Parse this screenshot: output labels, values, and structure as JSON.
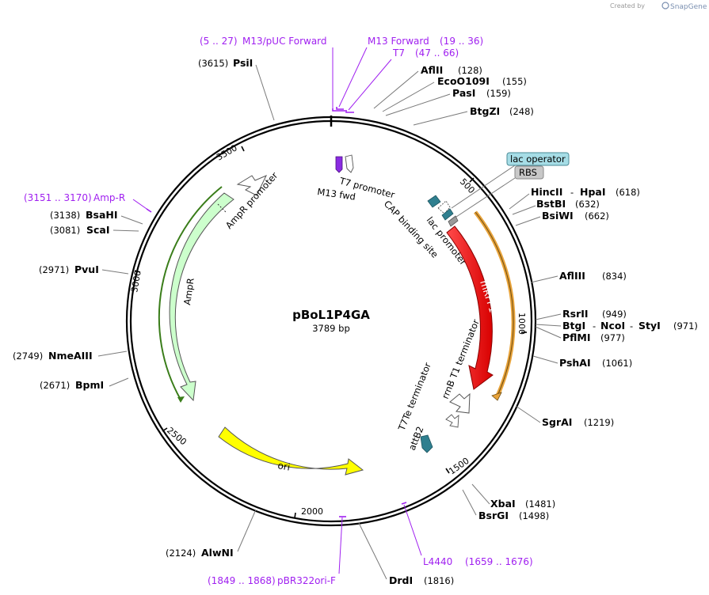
{
  "watermark": {
    "prefix": "Created by",
    "brand": "SnapGene"
  },
  "plasmid": {
    "name": "pBoL1P4GA",
    "size": "3789 bp"
  },
  "ticks": [
    "500",
    "1000",
    "1500",
    "2000",
    "2500",
    "3000",
    "3500"
  ],
  "primers": {
    "m13puc": {
      "range": "(5 .. 27)",
      "name": "M13/pUC Forward"
    },
    "m13fwd": {
      "name": "M13 Forward",
      "range": "(19 .. 36)"
    },
    "t7": {
      "name": "T7",
      "range": "(47 .. 66)"
    },
    "ampr": {
      "range": "(3151 .. 3170)",
      "name": "Amp-R"
    },
    "l4440": {
      "name": "L4440",
      "range": "(1659 .. 1676)"
    },
    "pbr322": {
      "range": "(1849 .. 1868)",
      "name": "pBR322ori-F"
    }
  },
  "enzymes": {
    "psii": {
      "name": "PsiI",
      "pos": "(3615)"
    },
    "aflii": {
      "name": "AflII",
      "pos": "(128)"
    },
    "ecoo109i": {
      "name": "EcoO109I",
      "pos": "(155)"
    },
    "pasi": {
      "name": "PasI",
      "pos": "(159)"
    },
    "btgzi": {
      "name": "BtgZI",
      "pos": "(248)"
    },
    "hincii": {
      "name": "HincII",
      "name2": "HpaI",
      "sep": "-",
      "pos": "(618)"
    },
    "bstbi": {
      "name": "BstBI",
      "pos": "(632)"
    },
    "bsiwi": {
      "name": "BsiWI",
      "pos": "(662)"
    },
    "afliii": {
      "name": "AflIII",
      "pos": "(834)"
    },
    "rsrii": {
      "name": "RsrII",
      "pos": "(949)"
    },
    "btgi": {
      "name": "BtgI",
      "name2": "NcoI",
      "name3": "StyI",
      "sep": "-",
      "pos": "(971)"
    },
    "pflmi": {
      "name": "PflMI",
      "pos": "(977)"
    },
    "pshai": {
      "name": "PshAI",
      "pos": "(1061)"
    },
    "sgrai": {
      "name": "SgrAI",
      "pos": "(1219)"
    },
    "xbai": {
      "name": "XbaI",
      "pos": "(1481)"
    },
    "bsrgi": {
      "name": "BsrGI",
      "pos": "(1498)"
    },
    "drdi": {
      "name": "DrdI",
      "pos": "(1816)"
    },
    "alwni": {
      "name": "AlwNI",
      "pos": "(2124)"
    },
    "bpmi": {
      "name": "BpmI",
      "pos": "(2671)"
    },
    "nmeaiii": {
      "name": "NmeAIII",
      "pos": "(2749)"
    },
    "pvui": {
      "name": "PvuI",
      "pos": "(2971)"
    },
    "scai": {
      "name": "ScaI",
      "pos": "(3081)"
    },
    "bsahi": {
      "name": "BsaHI",
      "pos": "(3138)"
    }
  },
  "features": {
    "lac_operator": "lac operator",
    "rbs": "RBS",
    "t7_promoter": "T7 promoter",
    "m13_fwd": "M13 fwd",
    "cap_site": "CAP binding site",
    "lac_promoter": "lac promoter",
    "mrfp1": "mRFP1",
    "rrnb": "rrnB T1 terminator",
    "t7te": "T7Te terminator",
    "attb2": "attB2",
    "ori": "ori",
    "ampr": "AmpR",
    "ampr_promoter": "AmpR promoter"
  },
  "colors": {
    "backbone": "#000000",
    "primer": "#a020f0",
    "mrfp1": "#ff0000",
    "ori": "#ffff00",
    "ampr": "#ccffcc",
    "cds_outline": "#e8a33a",
    "amp_outline": "#3a7d1a",
    "lac_op_fill": "#a6dde6",
    "rbs_fill": "#bdbdbd",
    "teal": "#2f7f8f"
  }
}
